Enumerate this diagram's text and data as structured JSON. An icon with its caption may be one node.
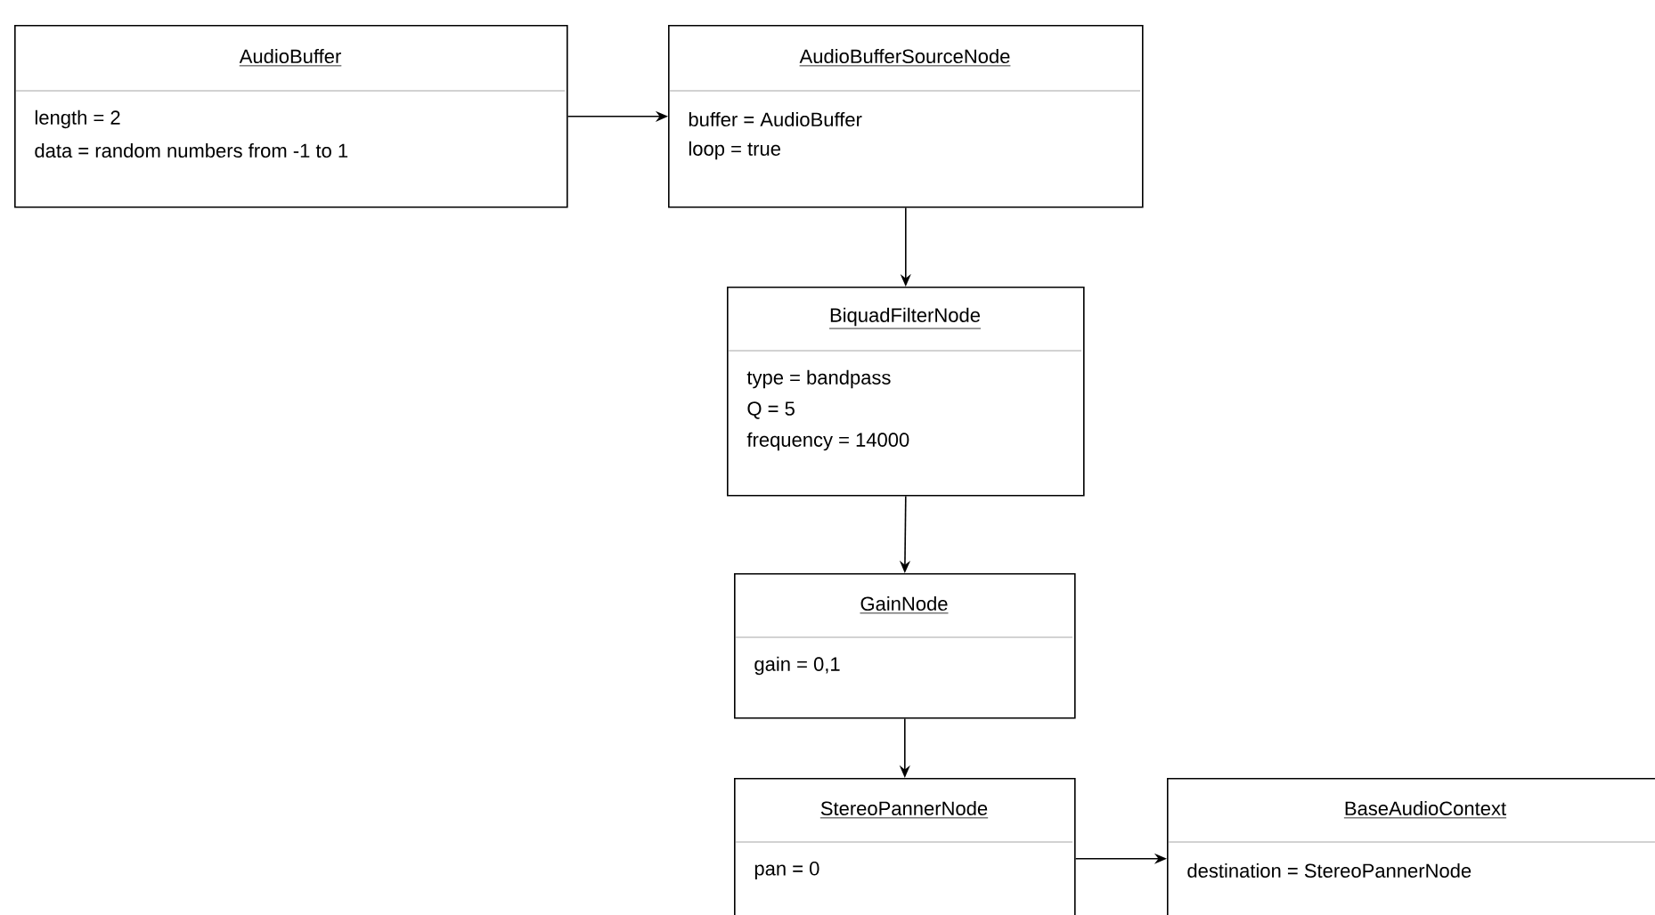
{
  "diagram": {
    "nodes": [
      {
        "text": [
          "AudioBuffer",
          "length = 2",
          "data = random numbers from -1 to 1"
        ]
      },
      {
        "text": [
          "AudioBufferSourceNode",
          "buffer = AudioBuffer",
          "loop = true"
        ]
      },
      {
        "text": [
          "BiquadFilterNode",
          "type = bandpass",
          "Q = 5",
          "frequency = 14000"
        ]
      },
      {
        "text": [
          "GainNode",
          "gain = 0,1"
        ]
      },
      {
        "text": [
          "StereoPannerNode",
          "pan = 0"
        ]
      },
      {
        "text": [
          "BaseAudioContext",
          "destination = StereoPannerNode"
        ]
      }
    ],
    "edges": [
      {
        "from": 0,
        "to": 1,
        "arrow": "to"
      },
      {
        "from": 1,
        "to": 2,
        "arrow": "to"
      },
      {
        "from": 2,
        "to": 3,
        "arrow": "to"
      },
      {
        "from": 3,
        "to": 4,
        "arrow": "to"
      },
      {
        "from": 4,
        "to": 5,
        "arrow": "to"
      }
    ]
  }
}
